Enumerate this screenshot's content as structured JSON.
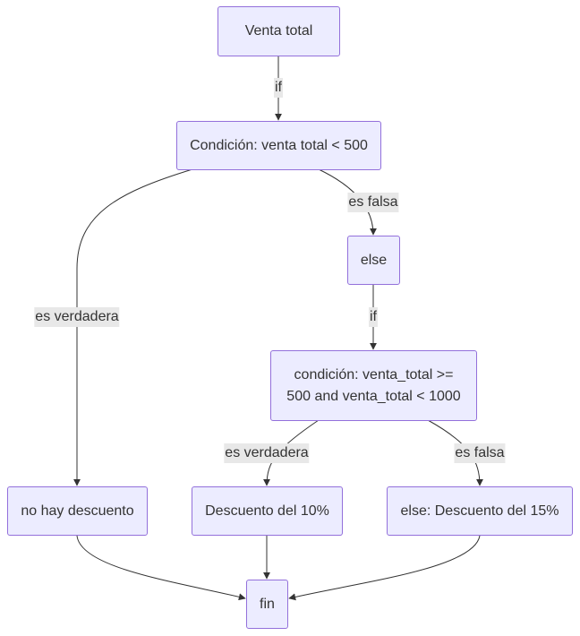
{
  "nodes": {
    "venta_total": "Venta total",
    "condicion_1": "Condición: venta total < 500",
    "else_1": "else",
    "condicion_2_line1": "condición: venta_total >=",
    "condicion_2_line2": "500 and venta_total < 1000",
    "no_descuento": "no hay descuento",
    "descuento_10": "Descuento del 10%",
    "descuento_15": "else: Descuento del 15%",
    "fin": "fin"
  },
  "edges": {
    "if_1": "if",
    "falsa_1": "es falsa",
    "verdadera_1": "es verdadera",
    "if_2": "if",
    "verdadera_2": "es verdadera",
    "falsa_2": "es falsa"
  },
  "colors": {
    "node_fill": "#ececff",
    "node_border": "#9370db",
    "edge": "#333333",
    "label_bg": "#e8e8e8"
  }
}
